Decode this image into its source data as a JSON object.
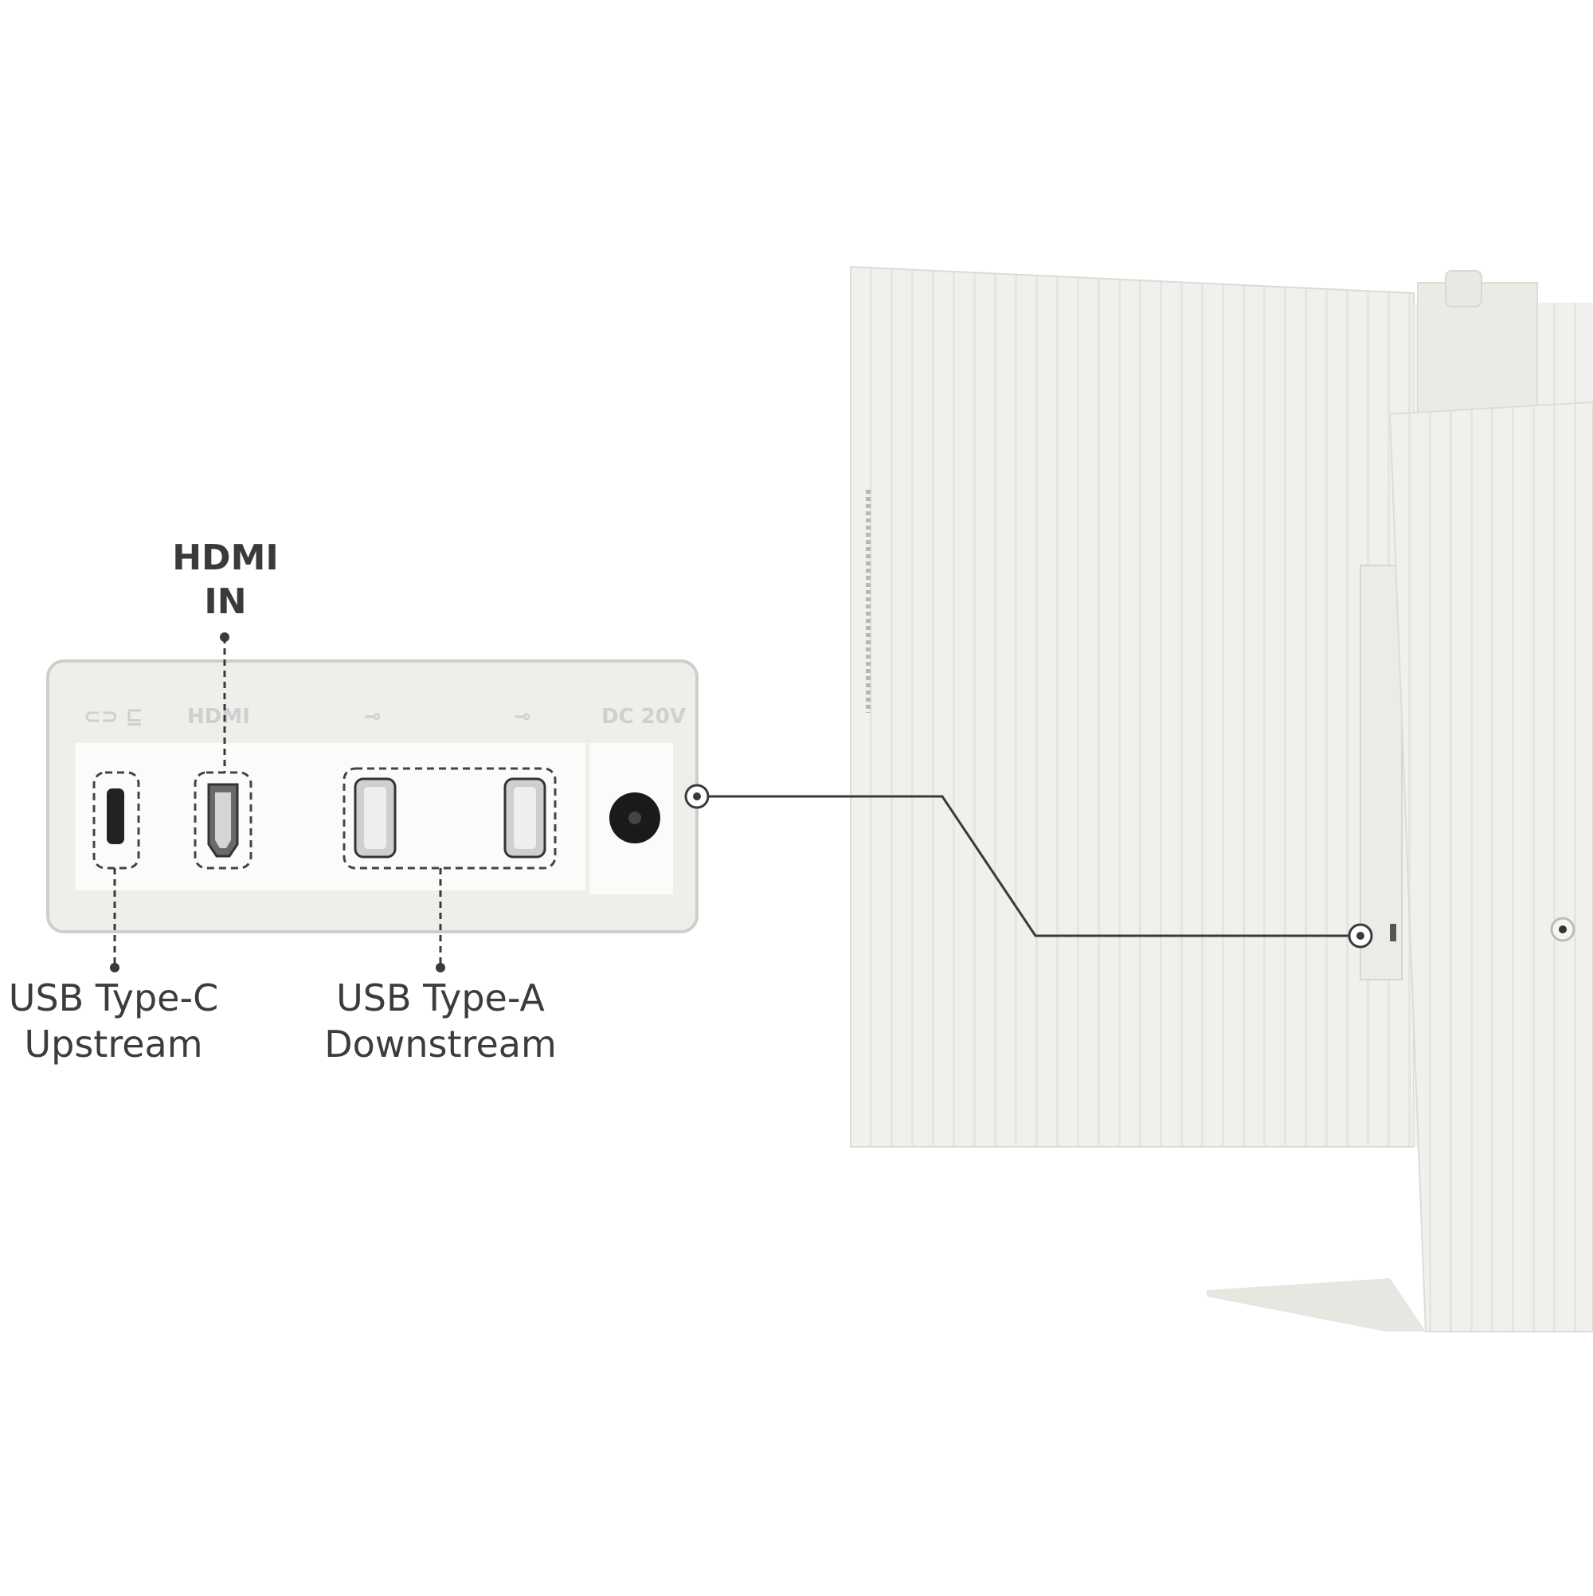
{
  "callouts": {
    "hdmi": {
      "line1": "HDMI",
      "line2": "IN"
    },
    "usb_c": {
      "line1": "USB Type-C",
      "line2": "Upstream"
    },
    "usb_a": {
      "line1": "USB Type-A",
      "line2": "Downstream"
    }
  },
  "panel_markings": {
    "dc": "DC 20V",
    "hdmi": "HDMI"
  },
  "icons": {
    "usb_c_port": "usb-c-port-icon",
    "hdmi_port": "hdmi-port-icon",
    "usb_a_port": "usb-a-port-icon",
    "dc_port": "dc-power-port-icon"
  },
  "colors": {
    "background": "#ffffff",
    "monitor_body": "#f1f0ec",
    "line": "#3a3a3a",
    "label_text": "#3a3a3a"
  }
}
